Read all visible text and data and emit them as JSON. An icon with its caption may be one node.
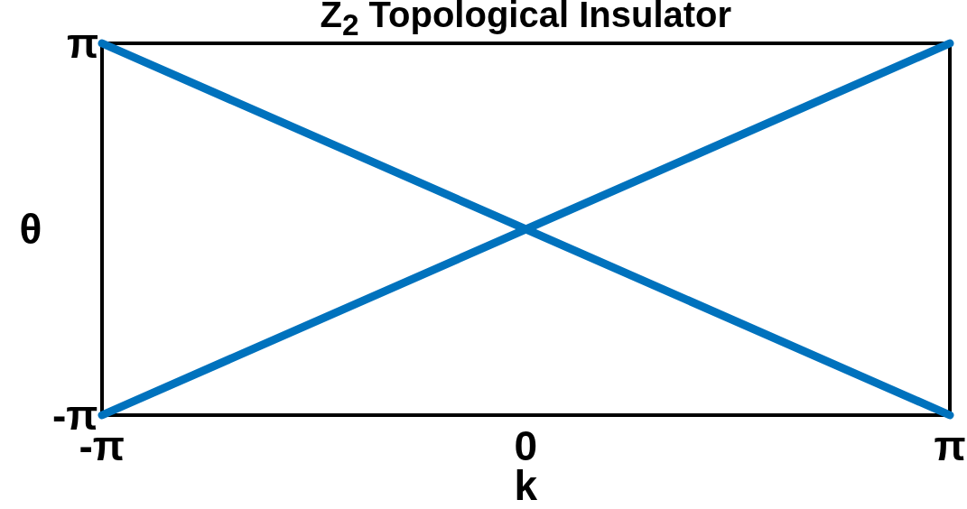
{
  "diagram": {
    "chart_data": {
      "type": "line",
      "title": "Z$_{2}$ Topological Insulator",
      "xlabel": "k",
      "ylabel": "θ",
      "x": [
        -3.14159,
        3.14159
      ],
      "series": [
        {
          "color": "#0072bd",
          "values": [
            3.14159,
            -3.14159
          ]
        },
        {
          "color": "#0072bd",
          "values": [
            -3.14159,
            3.14159
          ]
        }
      ],
      "xlim": [
        -3.14159,
        3.14159
      ],
      "ylim": [
        -3.14159,
        3.14159
      ],
      "xticks": [
        {
          "value": -3.14159,
          "label": "-π"
        },
        {
          "value": 0,
          "label": "0"
        },
        {
          "value": 3.14159,
          "label": "π"
        }
      ],
      "yticks": [
        {
          "value": -3.14159,
          "label": "-π"
        },
        {
          "value": 3.14159,
          "label": "π"
        }
      ]
    }
  }
}
